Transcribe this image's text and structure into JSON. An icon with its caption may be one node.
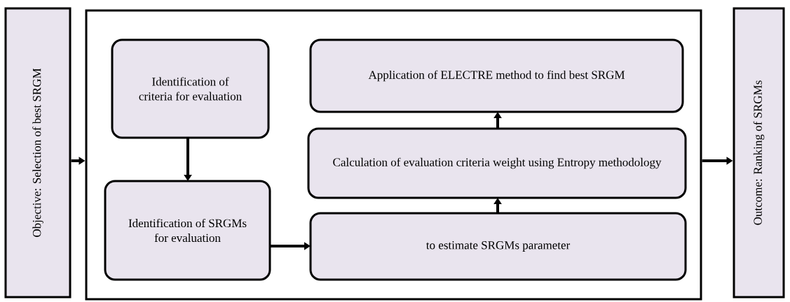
{
  "diagram": {
    "nodes": [
      {
        "text": [
          "Objective: Selection of best SRGM"
        ]
      },
      {
        "text": [],
        "shape": "box"
      },
      {
        "text": [
          "Identification of criteria for evaluation"
        ],
        "in": 1
      },
      {
        "text": [
          "Application of ELECTRE method to find best SRGM"
        ],
        "in": 1
      },
      {
        "text": [
          "Calculation of evaluation criteria weight using Entropy methodology"
        ],
        "in": 1
      },
      {
        "text": [
          "Identification of SRGMs for evaluation"
        ],
        "in": 1
      },
      {
        "text": [
          "to estimate SRGMs parameter"
        ],
        "in": 1
      },
      {
        "text": [
          "Outcome: Ranking of SRGMs"
        ]
      }
    ],
    "edges": [
      {
        "from": 0,
        "to": 1,
        "arrow": "to"
      },
      {
        "from": 2,
        "to": 5,
        "arrow": "to"
      },
      {
        "from": 5,
        "to": 6,
        "arrow": "to"
      },
      {
        "from": 6,
        "to": 4,
        "arrow": "to"
      },
      {
        "from": 4,
        "to": 3,
        "arrow": "to"
      },
      {
        "from": 1,
        "to": 7,
        "arrow": "to"
      }
    ]
  }
}
